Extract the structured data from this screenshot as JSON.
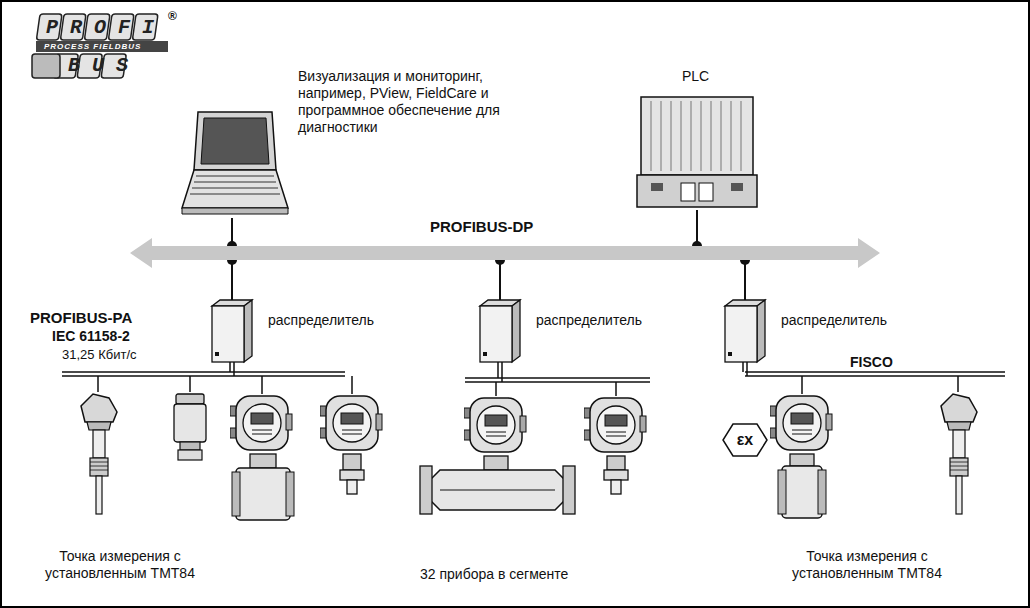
{
  "diagram": {
    "nodes": [
      {
        "text": [
          "Визуализация и мониторинг, например, PView, FieldCare и программное обеспечение для диагностики"
        ]
      },
      {
        "text": [
          "PLC"
        ]
      },
      {
        "text": [
          "PROFIBUS-DP"
        ]
      },
      {
        "text": [
          "распределитель"
        ]
      },
      {
        "text": [
          "распределитель"
        ]
      },
      {
        "text": [
          "распределитель"
        ]
      }
    ],
    "edges": [
      {
        "from": 0,
        "to": 2,
        "arrow": "none"
      },
      {
        "from": 1,
        "to": 2,
        "arrow": "none"
      },
      {
        "from": 2,
        "to": 3,
        "arrow": "none"
      },
      {
        "from": 2,
        "to": 4,
        "arrow": "none"
      },
      {
        "from": 2,
        "to": 5,
        "arrow": "none"
      }
    ],
    "labels": [
      "PROFI",
      "PROCESS FIELDBUS",
      "BUS",
      "®",
      "PROFIBUS-PA",
      "IEC 61158-2",
      "31,25 Кбит/с",
      "FISCO",
      "εx",
      "Точка измерения с установленным TMT84",
      "32 прибора в сегменте",
      "Точка измерения с установленным TMT84"
    ]
  }
}
